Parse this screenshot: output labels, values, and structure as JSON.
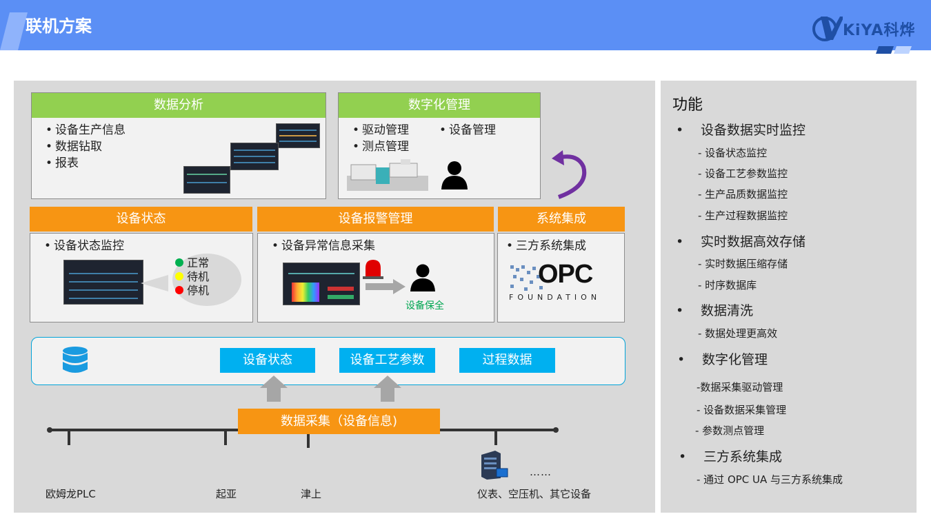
{
  "header": {
    "title": "联机方案",
    "logo_text": "KiYA科烨"
  },
  "data_analysis": {
    "title": "数据分析",
    "items": [
      "设备生产信息",
      "数据钻取",
      "报表"
    ]
  },
  "digital_management": {
    "title": "数字化管理",
    "items": [
      "驱动管理",
      "设备管理",
      "测点管理"
    ]
  },
  "device_status": {
    "title": "设备状态",
    "item": "设备状态监控",
    "legend": [
      {
        "label": "正常",
        "color": "#00b050"
      },
      {
        "label": "待机",
        "color": "#ffff00"
      },
      {
        "label": "停机",
        "color": "#ff0000"
      }
    ]
  },
  "alarm_management": {
    "title": "设备报警管理",
    "item": "设备异常信息采集",
    "guard_label": "设备保全"
  },
  "system_integration": {
    "title": "系统集成",
    "item": "三方系统集成",
    "opc_brand": "OPC",
    "opc_sub": "FOUNDATION"
  },
  "database": {
    "chips": [
      "设备状态",
      "设备工艺参数",
      "过程数据"
    ]
  },
  "collection": {
    "label": "数据采集（设备信息)"
  },
  "devices": {
    "labels": [
      "欧姆龙PLC",
      "起亚",
      "津上",
      "仪表、空压机、其它设备"
    ],
    "more": "……"
  },
  "features": {
    "title": "功能",
    "groups": [
      {
        "main": "设备数据实时监控",
        "subs": [
          "- 设备状态监控",
          "- 设备工艺参数监控",
          "- 生产品质数据监控",
          "- 生产过程数据监控"
        ]
      },
      {
        "main": "实时数据高效存储",
        "subs": [
          "- 实时数据压缩存储",
          "- 时序数据库"
        ]
      },
      {
        "main": "数据清洗",
        "subs": [
          "- 数据处理更高效"
        ]
      },
      {
        "main": "数字化管理",
        "subs": [
          "-数据采集驱动管理",
          "- 设备数据采集管理",
          "- 参数测点管理"
        ]
      },
      {
        "main": "三方系统集成",
        "subs": [
          "- 通过 OPC UA 与三方系统集成"
        ]
      }
    ]
  },
  "colors": {
    "header_blue": "#5b8ff5",
    "green": "#92d050",
    "orange": "#f79513",
    "cyan": "#00b0f0",
    "panel_gray": "#d9d9d9"
  }
}
